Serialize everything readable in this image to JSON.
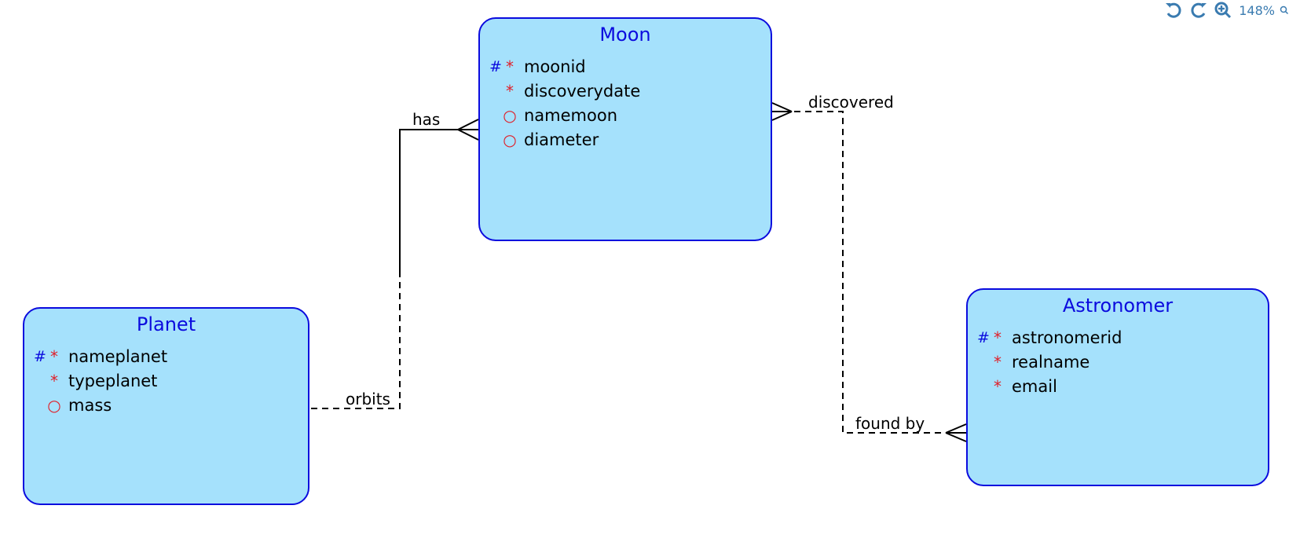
{
  "toolbar": {
    "undo_icon": "undo-icon",
    "redo_icon": "redo-icon",
    "zoom_in_icon": "zoom-in-icon",
    "zoom_level": "148%",
    "zoom_out_icon": "zoom-out-icon",
    "accent_color": "#3a7bb0"
  },
  "colors": {
    "entity_fill": "#a5e1fc",
    "entity_border": "#0b0bde",
    "marker_red": "#e0202a",
    "line": "#000000"
  },
  "entities": {
    "moon": {
      "title": "Moon",
      "attributes": [
        {
          "pk": "#",
          "flag": "*",
          "name": "moonid"
        },
        {
          "pk": "",
          "flag": "*",
          "name": "discoverydate"
        },
        {
          "pk": "",
          "flag": "○",
          "name": "namemoon"
        },
        {
          "pk": "",
          "flag": "○",
          "name": "diameter"
        }
      ]
    },
    "planet": {
      "title": "Planet",
      "attributes": [
        {
          "pk": "#",
          "flag": "*",
          "name": "nameplanet"
        },
        {
          "pk": "",
          "flag": "*",
          "name": "typeplanet"
        },
        {
          "pk": "",
          "flag": "○",
          "name": "mass"
        }
      ]
    },
    "astronomer": {
      "title": "Astronomer",
      "attributes": [
        {
          "pk": "#",
          "flag": "*",
          "name": "astronomerid"
        },
        {
          "pk": "",
          "flag": "*",
          "name": "realname"
        },
        {
          "pk": "",
          "flag": "*",
          "name": "email"
        }
      ]
    }
  },
  "relationships": {
    "has": "has",
    "orbits": "orbits",
    "discovered": "discovered",
    "found_by": "found by"
  }
}
